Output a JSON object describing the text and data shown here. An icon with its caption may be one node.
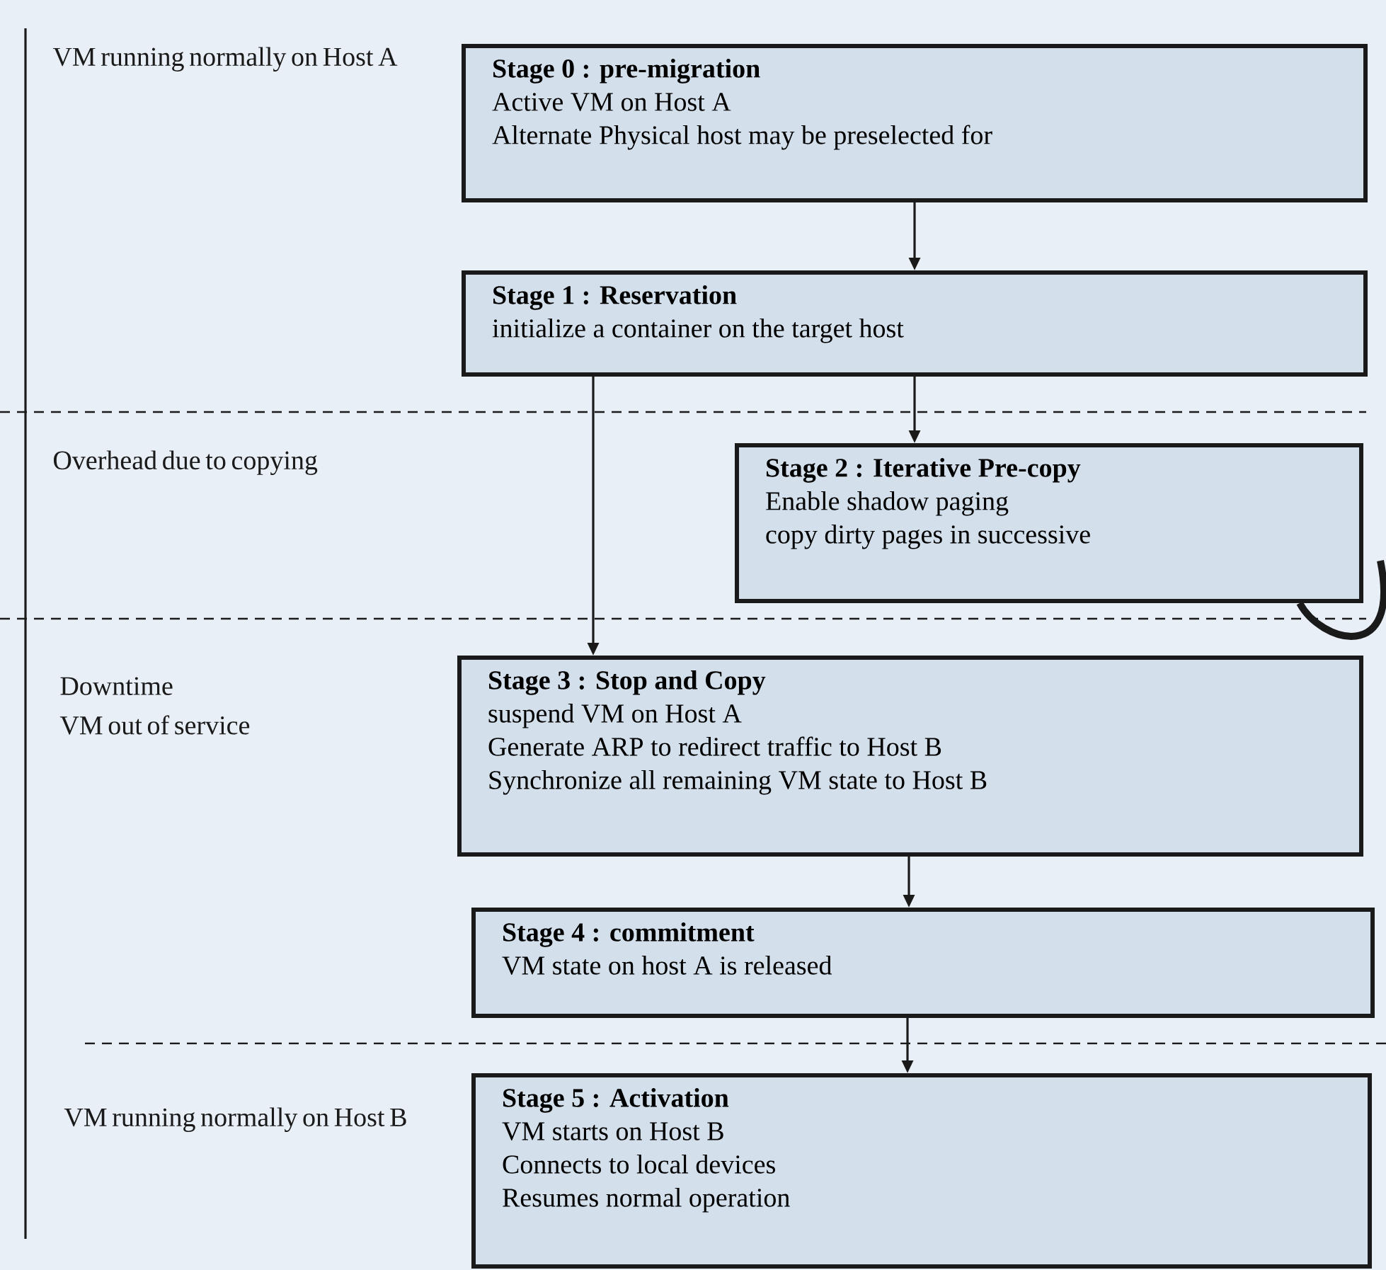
{
  "diagram": {
    "nodes": [
      {
        "text": [
          "Stage 0 : pre-migration",
          "Active VM on Host A",
          "Alternate Physical host may be preselected for"
        ]
      },
      {
        "text": [
          "Stage 1 : Reservation",
          "initialize a container on the target host"
        ]
      },
      {
        "text": [
          "Stage 2 : Iterative Pre-copy",
          "Enable shadow paging",
          "copy dirty pages in successive"
        ]
      },
      {
        "text": [
          "Stage 3 : Stop and Copy",
          "suspend VM on Host A",
          "Generate ARP to redirect traffic to Host B",
          "Synchronize all remaining VM state to Host B"
        ]
      },
      {
        "text": [
          "Stage 4 : commitment",
          "VM state on host A is released"
        ]
      },
      {
        "text": [
          "Stage 5 : Activation",
          "VM  starts on Host B",
          "Connects to local devices",
          "Resumes normal operation"
        ]
      }
    ],
    "edges": [
      {
        "from": 0,
        "to": 1,
        "arrow": "to"
      },
      {
        "from": 1,
        "to": 2,
        "arrow": "to"
      },
      {
        "from": 1,
        "to": 3,
        "arrow": "to"
      },
      {
        "from": 2,
        "to": 2,
        "arrow": "none",
        "style": "thick"
      },
      {
        "from": 3,
        "to": 4,
        "arrow": "to"
      },
      {
        "from": 4,
        "to": 5,
        "arrow": "to"
      }
    ],
    "labels": [
      "VM running normally on Host A",
      "Overhead due to copying",
      "Downtime",
      "VM out of service",
      "VM running normally on Host B"
    ]
  }
}
